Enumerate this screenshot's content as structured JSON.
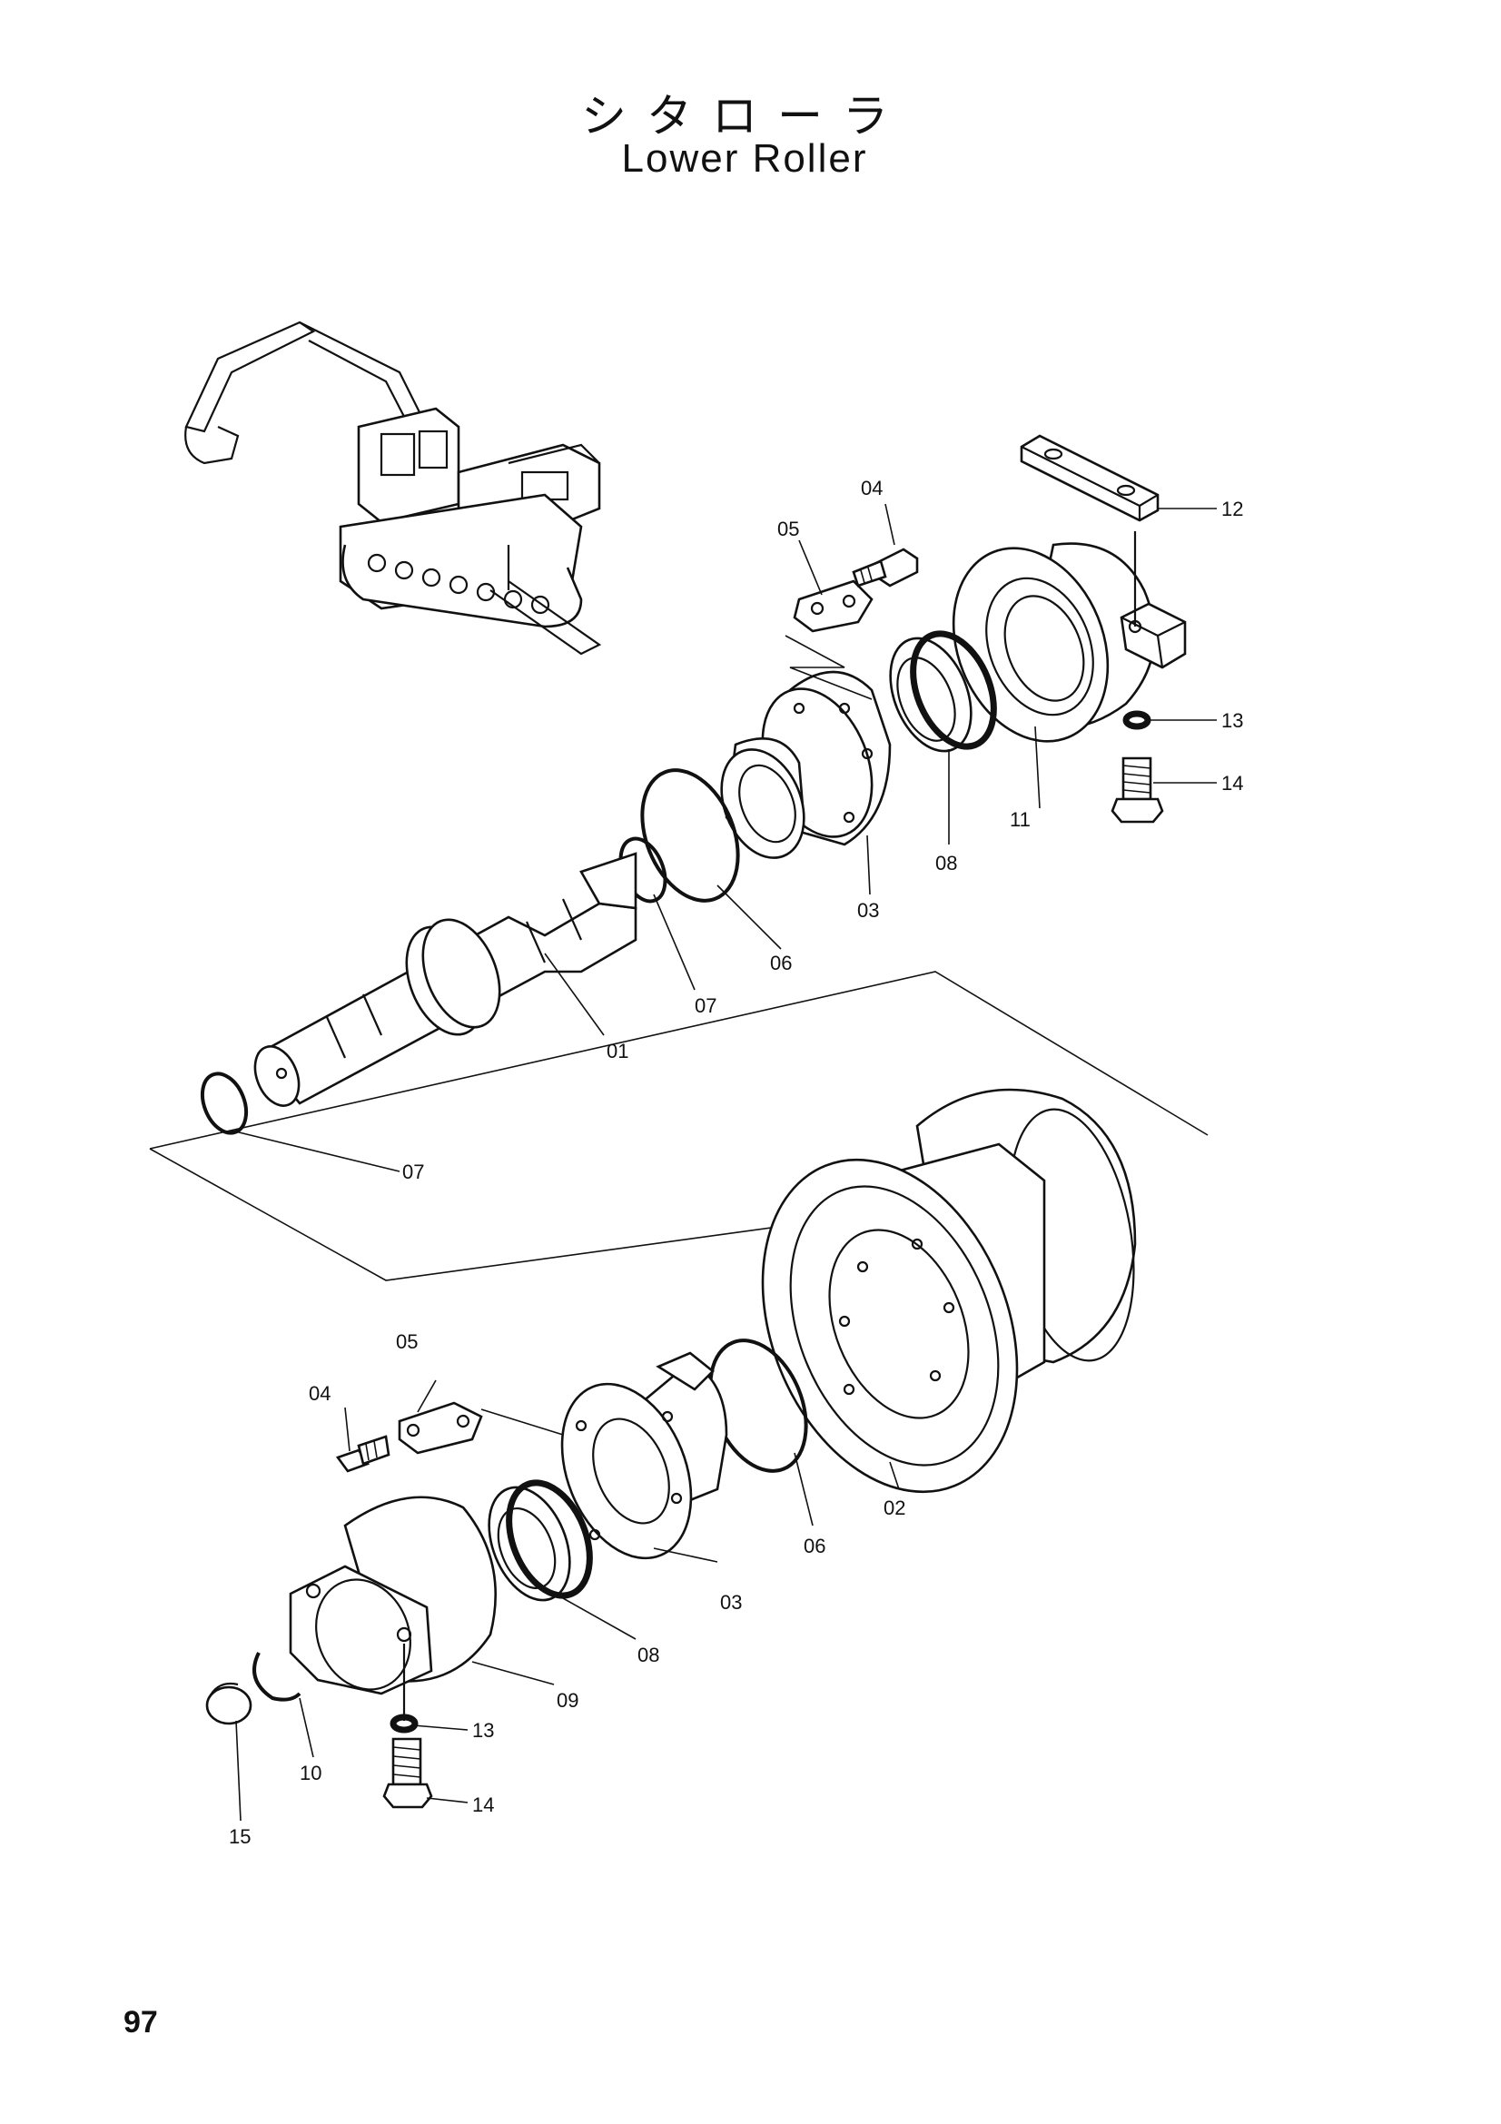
{
  "header": {
    "title_jp": "シタローラ",
    "title_en": "Lower Roller"
  },
  "footer": {
    "page_number": "97"
  },
  "callouts": {
    "c01": "01",
    "c02": "02",
    "c03_top": "03",
    "c03_bottom": "03",
    "c04_top": "04",
    "c04_bottom": "04",
    "c05_top": "05",
    "c05_bottom": "05",
    "c06_top": "06",
    "c06_bottom": "06",
    "c07_top": "07",
    "c07_left": "07",
    "c08_top": "08",
    "c08_bottom": "08",
    "c09": "09",
    "c10": "10",
    "c11": "11",
    "c12": "12",
    "c13_top": "13",
    "c13_bottom": "13",
    "c14_top": "14",
    "c14_bottom": "14",
    "c15": "15"
  }
}
